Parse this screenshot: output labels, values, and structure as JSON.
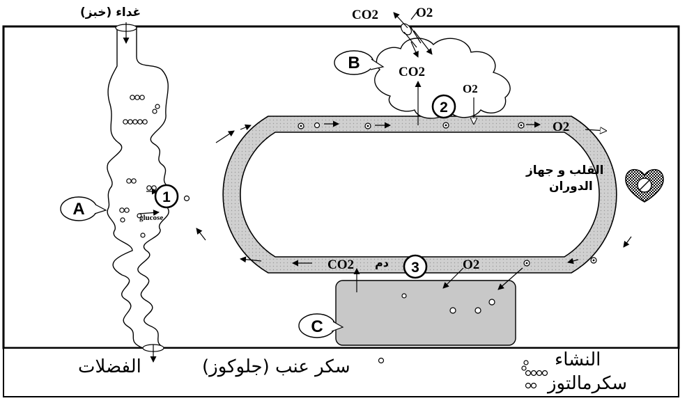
{
  "labels": {
    "food_in": "غداء (خبز)",
    "waste": "الفضلات",
    "glucose_legend": "سكر عنب (جلوكوز)",
    "starch_legend": "النشاء",
    "maltose_legend": "سكرمالتوز",
    "heart_line1": "القلب و جهاز",
    "heart_line2": "الدوران",
    "blood": "دم",
    "glucose_en": "glucose",
    "co2_top": "CO2",
    "o2_top": "O2",
    "co2_lung": "CO2",
    "o2_lung": "O2",
    "o2_vessel": "O2",
    "co2_bottom": "CO2",
    "o2_bottom": "O2"
  },
  "markers": {
    "a": "A",
    "b": "B",
    "c": "C",
    "n1": "1",
    "n2": "2",
    "n3": "3"
  },
  "colors": {
    "vessel_fill": "#cccccc",
    "cell_fill": "#c8c8c8",
    "line": "#000000"
  },
  "icons": [
    "heart-icon",
    "arrow-icon",
    "glucose-molecule-icon",
    "maltose-molecule-icon",
    "starch-chain-icon"
  ]
}
